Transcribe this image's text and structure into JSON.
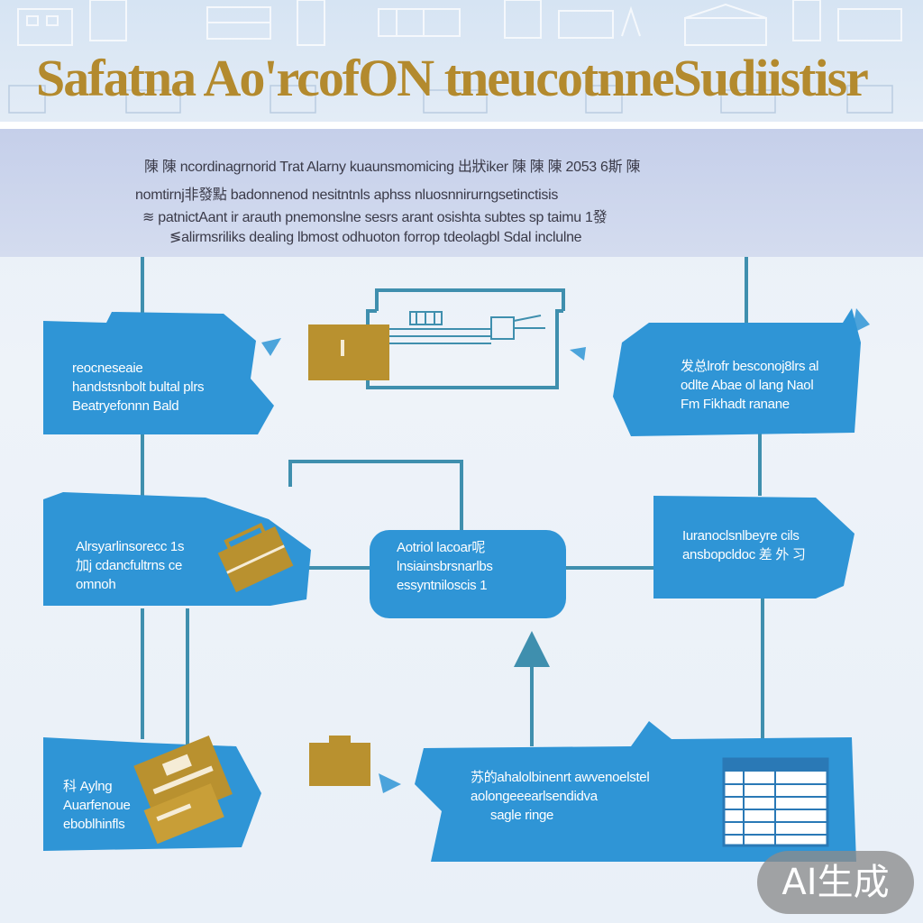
{
  "header": {
    "title": "Safatna Ao'rcofON tneucotnneSudiistisr"
  },
  "description": {
    "lines": [
      "陳 陳 ncordinagrnorid Trat Alarny kuaunsmomicing 出狀iker 陳 陳 陳 2053 6斯 陳",
      "nomtirnj非發點    badonnenod nesitntnls aphss nluosnnirurngsetinctisis",
      "≋ patnictAant ir arauth pnemonslne sesrs arant osishta subtes sp taimu 1發",
      "≶alirmsriliks dealing lbmost odhuoton forrop tdeolagbl Sdal inclulne"
    ]
  },
  "nodes": {
    "top_left": {
      "lines": [
        "reocneseaie",
        "handstsnbolt bultal plrs",
        "Beatryefonnn Bald"
      ]
    },
    "top_right": {
      "lines": [
        "发总lrofr besconoj8lrs al",
        "odlte Abae ol lang Naol",
        "Fm Fikhadt ranane"
      ]
    },
    "mid_left": {
      "lines": [
        "Alrsyarlinsorecc 1s",
        "加j cdancfultrns ce",
        "omnoh"
      ]
    },
    "mid_center": {
      "lines": [
        "Aotriol lacoar呢",
        "lnsiainsbrsnarlbs",
        "essyntniloscis 1"
      ]
    },
    "mid_right": {
      "lines": [
        "Iuranoclsnlbeyre cils",
        "ansbopcldoc 差 外 习"
      ]
    },
    "bottom_left": {
      "lines": [
        "科 Aylng",
        "Auarfenoue",
        "eboblhinfls"
      ]
    },
    "bottom_right": {
      "lines": [
        "苏的ahalolbinenrt awvenoelstel",
        "aolongeeearlsendidva",
        "sagle ringe"
      ]
    }
  },
  "icons": [
    "padlock-icon",
    "briefcase-icon",
    "briefcase-icon",
    "document-stack-icon",
    "folder-icon",
    "spreadsheet-icon"
  ],
  "badge": {
    "label": "AI生成"
  },
  "colors": {
    "accent_blue": "#2f95d6",
    "gold": "#b9912f",
    "line_teal": "#3f8fae",
    "title_gold": "#b38a2e"
  }
}
